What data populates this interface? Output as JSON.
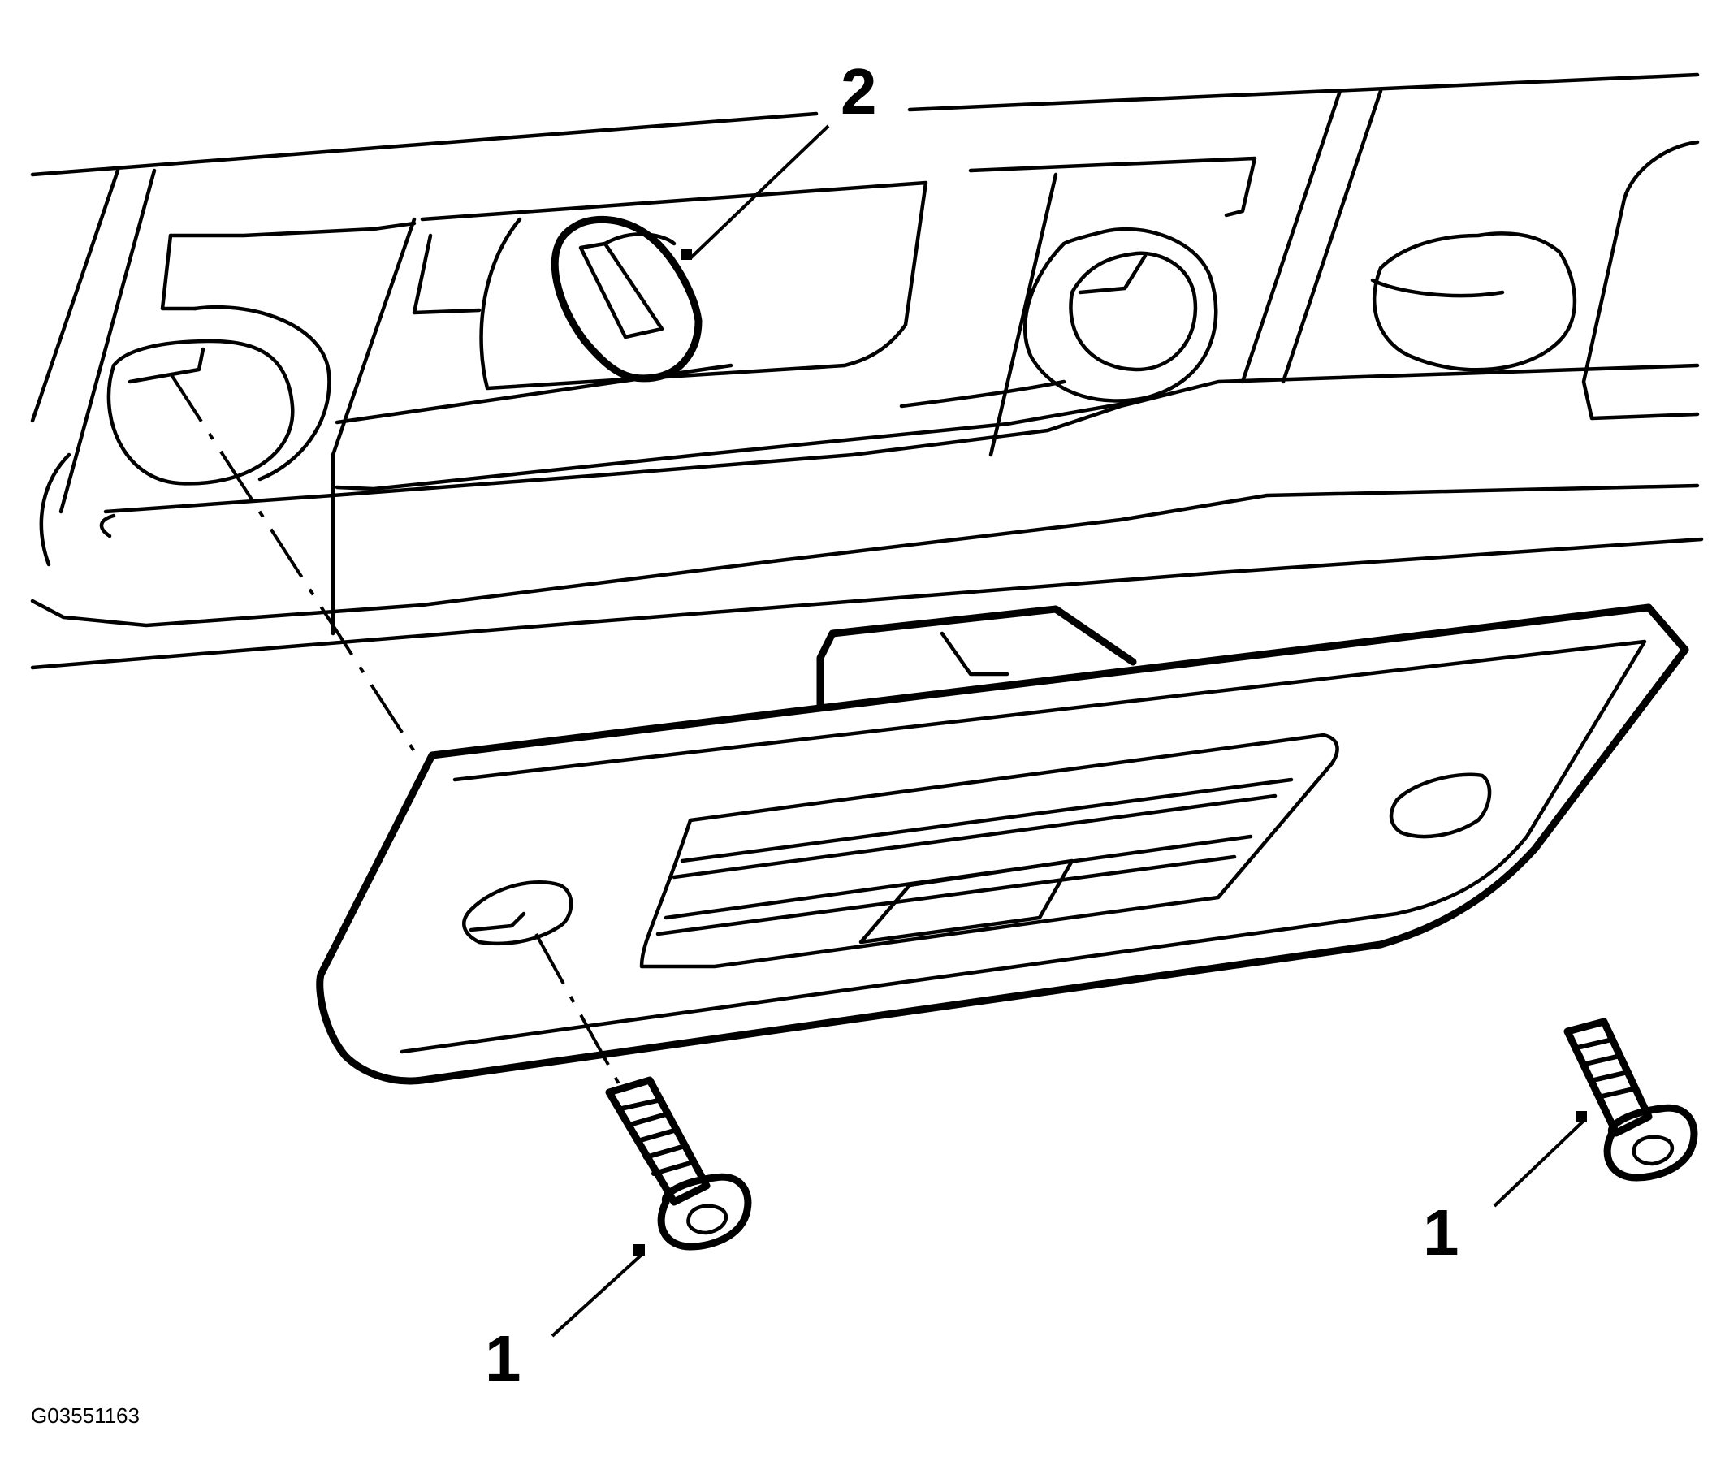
{
  "figure_id": "G03551163",
  "callouts": {
    "screw_left": "1",
    "screw_right": "1",
    "clip": "2"
  }
}
